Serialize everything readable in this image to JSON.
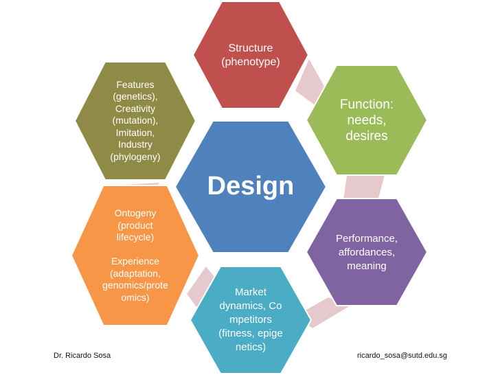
{
  "center": {
    "text": "Design",
    "color": "#4f81bd"
  },
  "hexes": [
    {
      "text": "Structure\n(phenotype)",
      "color": "#c0504d"
    },
    {
      "text": "Function:\nneeds,\ndesires",
      "color": "#9bbb59"
    },
    {
      "text": "Performance,\naffordances,\nmeaning",
      "color": "#8064a2"
    },
    {
      "text": "Market\ndynamics, Co\nmpetitors\n(fitness, epige\nnetics)",
      "color": "#4bacc6"
    },
    {
      "text": "Ontogeny\n(product\nlifecycle)\n\nExperience\n(adaptation,\ngenomics/prote\nomics)",
      "color": "#f79646"
    },
    {
      "text": "Features\n(genetics),\nCreativity\n(mutation),\nImitation,\nIndustry\n(phylogeny)",
      "color": "#8f8a46"
    }
  ],
  "connector_color": "#e6c9cc",
  "footer": {
    "author": "Dr. Ricardo Sosa",
    "email": "ricardo_sosa@sutd.edu.sg"
  }
}
